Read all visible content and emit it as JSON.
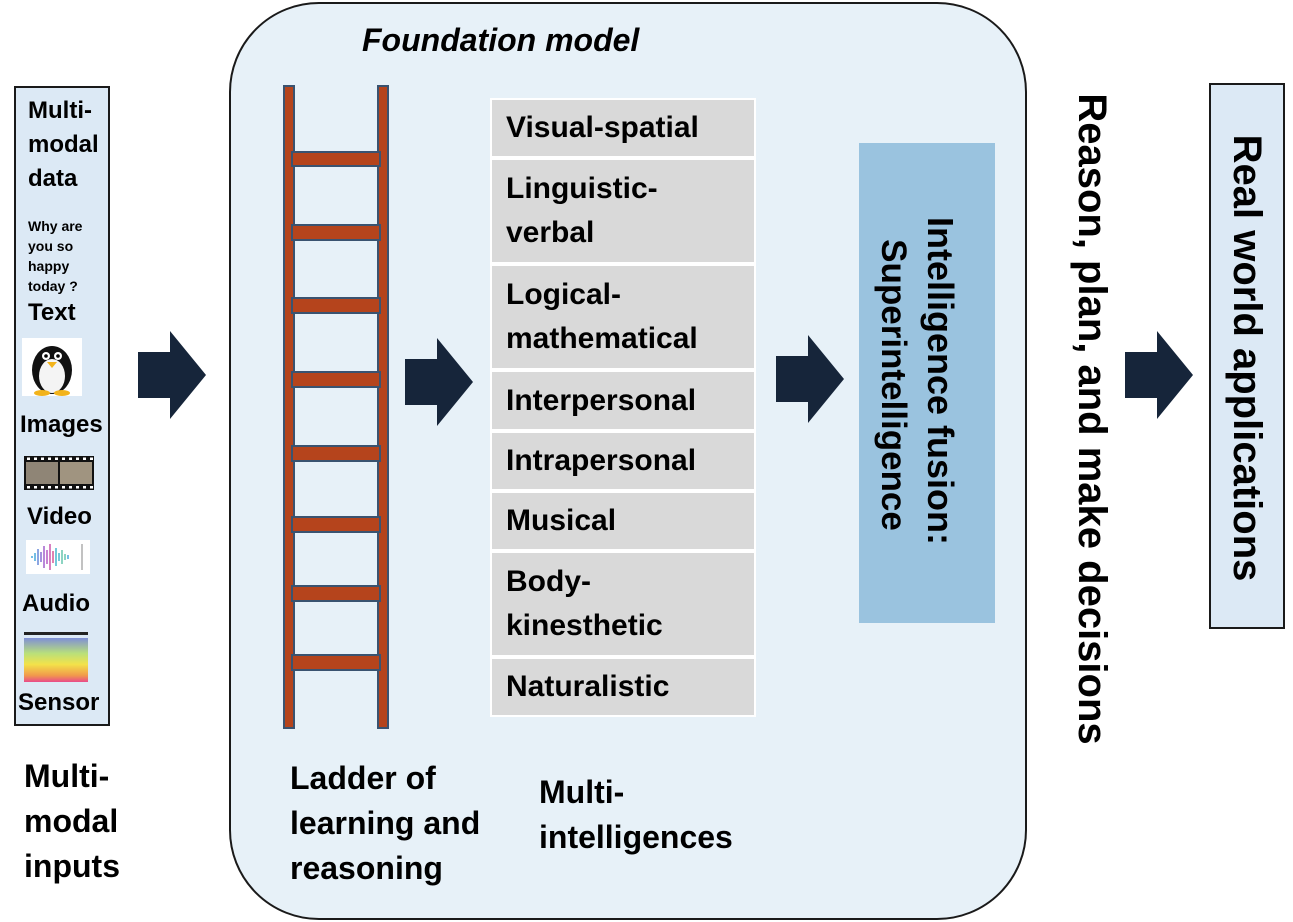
{
  "foundation_model": {
    "title": "Foundation model"
  },
  "inputs": {
    "heading": [
      "Multi-",
      "modal",
      "data"
    ],
    "question": [
      "Why are",
      "you so",
      "happy",
      "today ?"
    ],
    "labels": [
      "Text",
      "Images",
      "Video",
      "Audio",
      "Sensor"
    ],
    "caption": [
      "Multi-",
      "modal",
      "inputs"
    ]
  },
  "ladder": {
    "caption": [
      "Ladder of",
      "learning and",
      "reasoning"
    ],
    "rungs": 8
  },
  "intelligences": {
    "items": [
      [
        "Visual-spatial"
      ],
      [
        "Linguistic-",
        "verbal"
      ],
      [
        "Logical-",
        "mathematical"
      ],
      [
        "Interpersonal"
      ],
      [
        "Intrapersonal"
      ],
      [
        "Musical"
      ],
      [
        "Body-",
        "kinesthetic"
      ],
      [
        "Naturalistic"
      ]
    ],
    "caption": [
      "Multi-",
      "intelligences"
    ]
  },
  "fusion": {
    "line1": "Intelligence fusion:",
    "line2": "Superintelligence"
  },
  "reason": {
    "text": "Reason, plan, and make decisions"
  },
  "output": {
    "text": "Real world applications"
  },
  "colors": {
    "panel": "#dce9f5",
    "foundation_bg": "#e7f1f8",
    "intel_box": "#d9d9d9",
    "fusion_box": "#9ac3df",
    "arrow": "#16253a",
    "ladder_wood": "#b5441c",
    "ladder_edge": "#3a5370"
  }
}
